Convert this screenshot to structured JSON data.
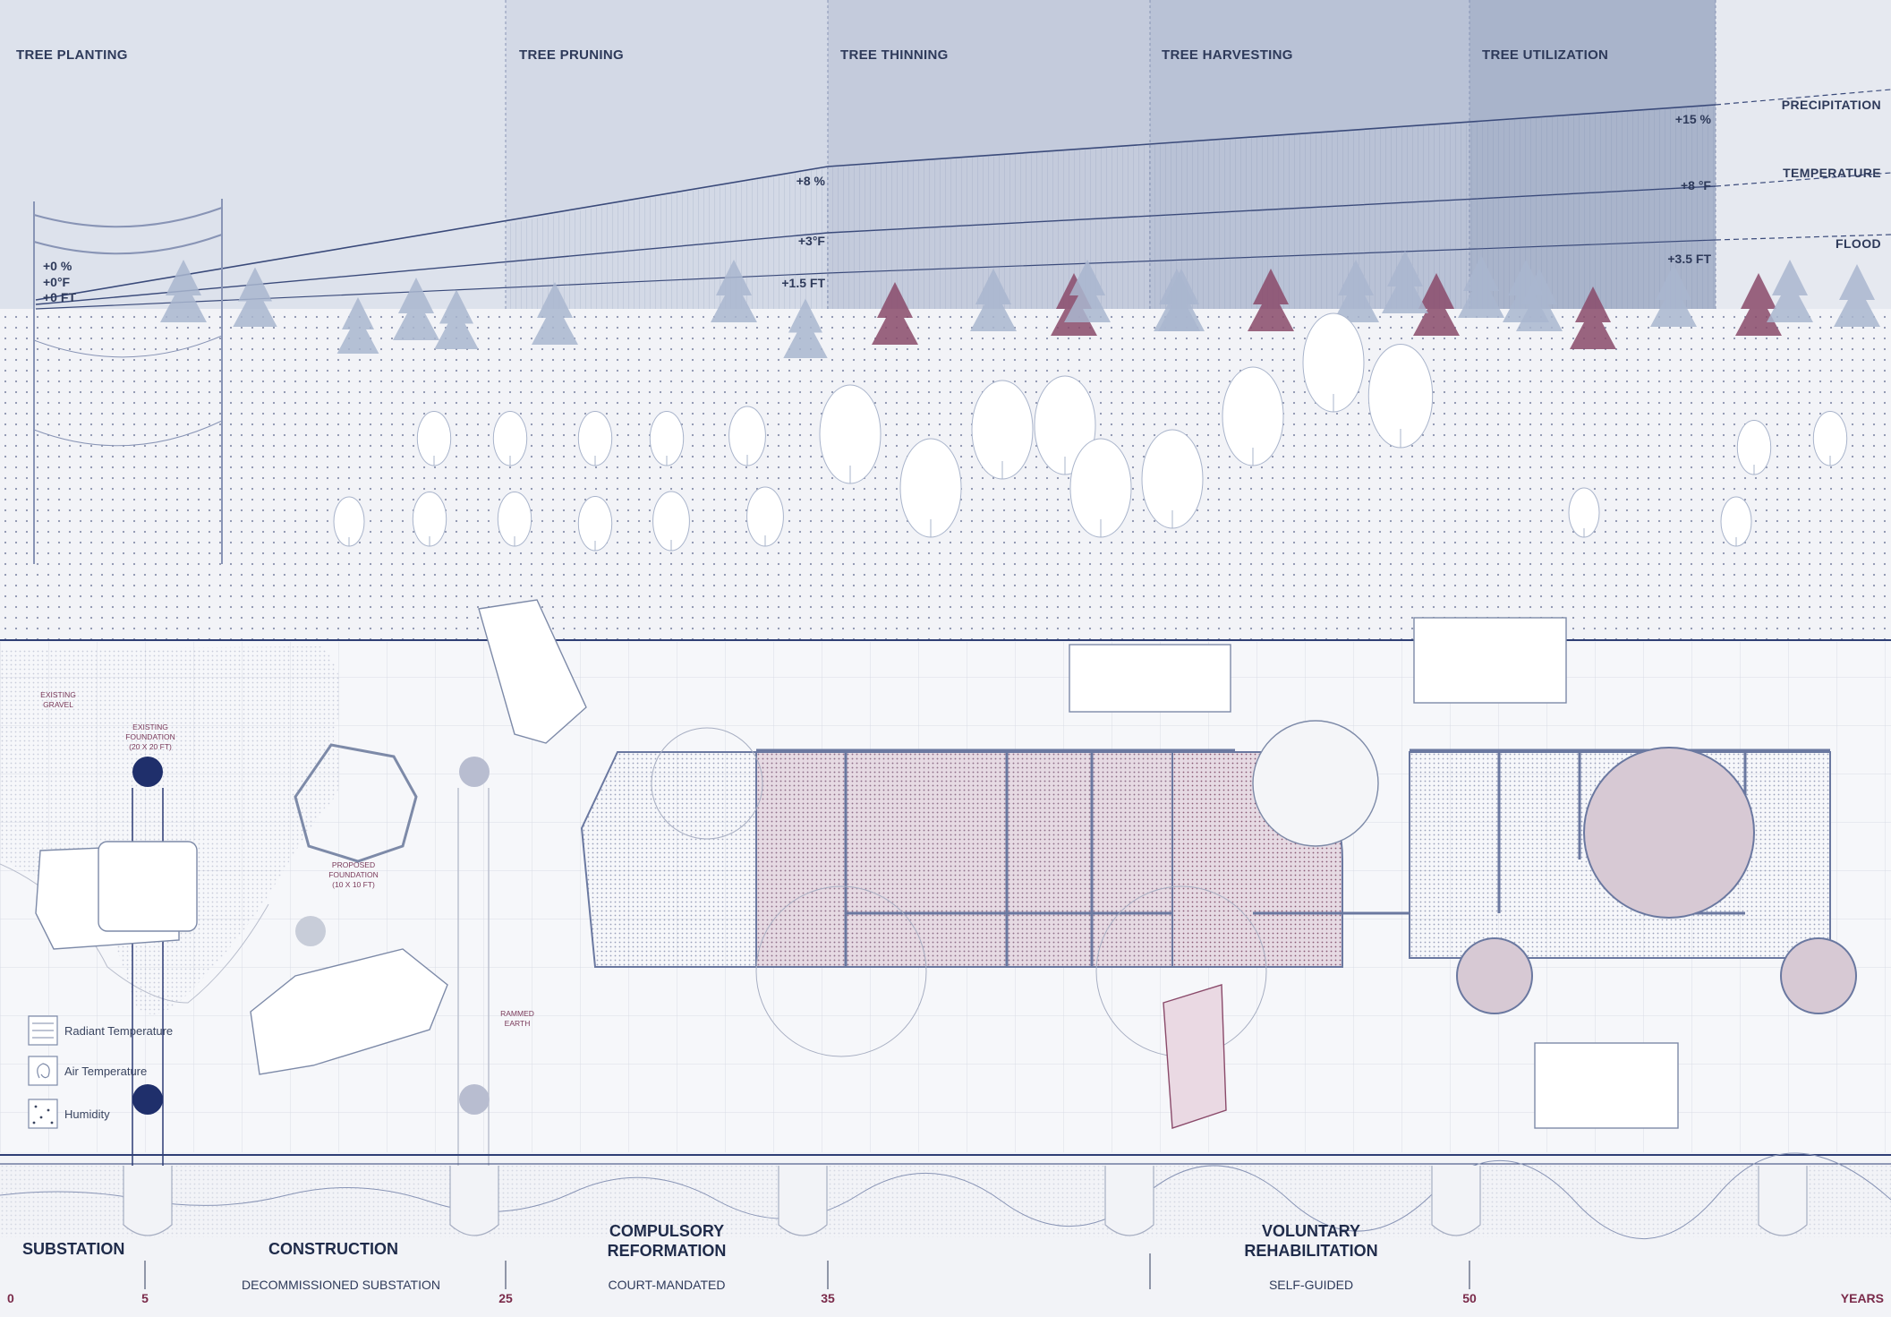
{
  "phases": [
    {
      "label": "TREE PLANTING"
    },
    {
      "label": "TREE PRUNING"
    },
    {
      "label": "TREE THINNING"
    },
    {
      "label": "TREE HARVESTING"
    },
    {
      "label": "TREE UTILIZATION"
    }
  ],
  "metrics": {
    "precipitation": "PRECIPITATION",
    "temperature": "TEMPERATURE",
    "flood": "FLOOD"
  },
  "deltas": {
    "start_precip": "+0 %",
    "start_temp": "+0°F",
    "start_flood": "+0 FT",
    "mid_precip": "+8 %",
    "mid_temp": "+3°F",
    "mid_flood": "+1.5 FT",
    "end_precip": "+15 %",
    "end_temp": "+8 °F",
    "end_flood": "+3.5 FT"
  },
  "annotations": {
    "existing_gravel_1": "EXISTING",
    "existing_gravel_2": "GRAVEL",
    "existing_foundation_1": "EXISTING",
    "existing_foundation_2": "FOUNDATION",
    "existing_foundation_3": "(20 X 20 FT)",
    "proposed_foundation_1": "PROPOSED",
    "proposed_foundation_2": "FOUNDATION",
    "proposed_foundation_3": "(10 X 10 FT)",
    "rammed_earth_1": "RAMMED",
    "rammed_earth_2": "EARTH"
  },
  "legend": [
    {
      "label": "Radiant Temperature",
      "icon": "lines-icon"
    },
    {
      "label": "Air Temperature",
      "icon": "swirl-icon"
    },
    {
      "label": "Humidity",
      "icon": "dots-icon"
    }
  ],
  "stages": [
    {
      "label": "SUBSTATION"
    },
    {
      "label": "CONSTRUCTION"
    },
    {
      "label_1": "COMPULSORY",
      "label_2": "REFORMATION"
    },
    {
      "label_1": "VOLUNTARY",
      "label_2": "REHABILITATION"
    }
  ],
  "sublabels": {
    "decommissioned": "DECOMMISSIONED SUBSTATION",
    "court": "COURT-MANDATED",
    "self": "SELF-GUIDED"
  },
  "timeline": {
    "ticks": [
      {
        "label": "0",
        "value": 0
      },
      {
        "label": "5",
        "value": 5
      },
      {
        "label": "25",
        "value": 25
      },
      {
        "label": "35",
        "value": 35
      },
      {
        "label": "50",
        "value": 50
      }
    ],
    "unit": "YEARS"
  },
  "colors": {
    "navy": "#1f2f6b",
    "slate": "#7d8aa8",
    "mauve": "#8a4a6a",
    "pale_blue": "#d4dae6",
    "paper": "#f2f3f7"
  }
}
